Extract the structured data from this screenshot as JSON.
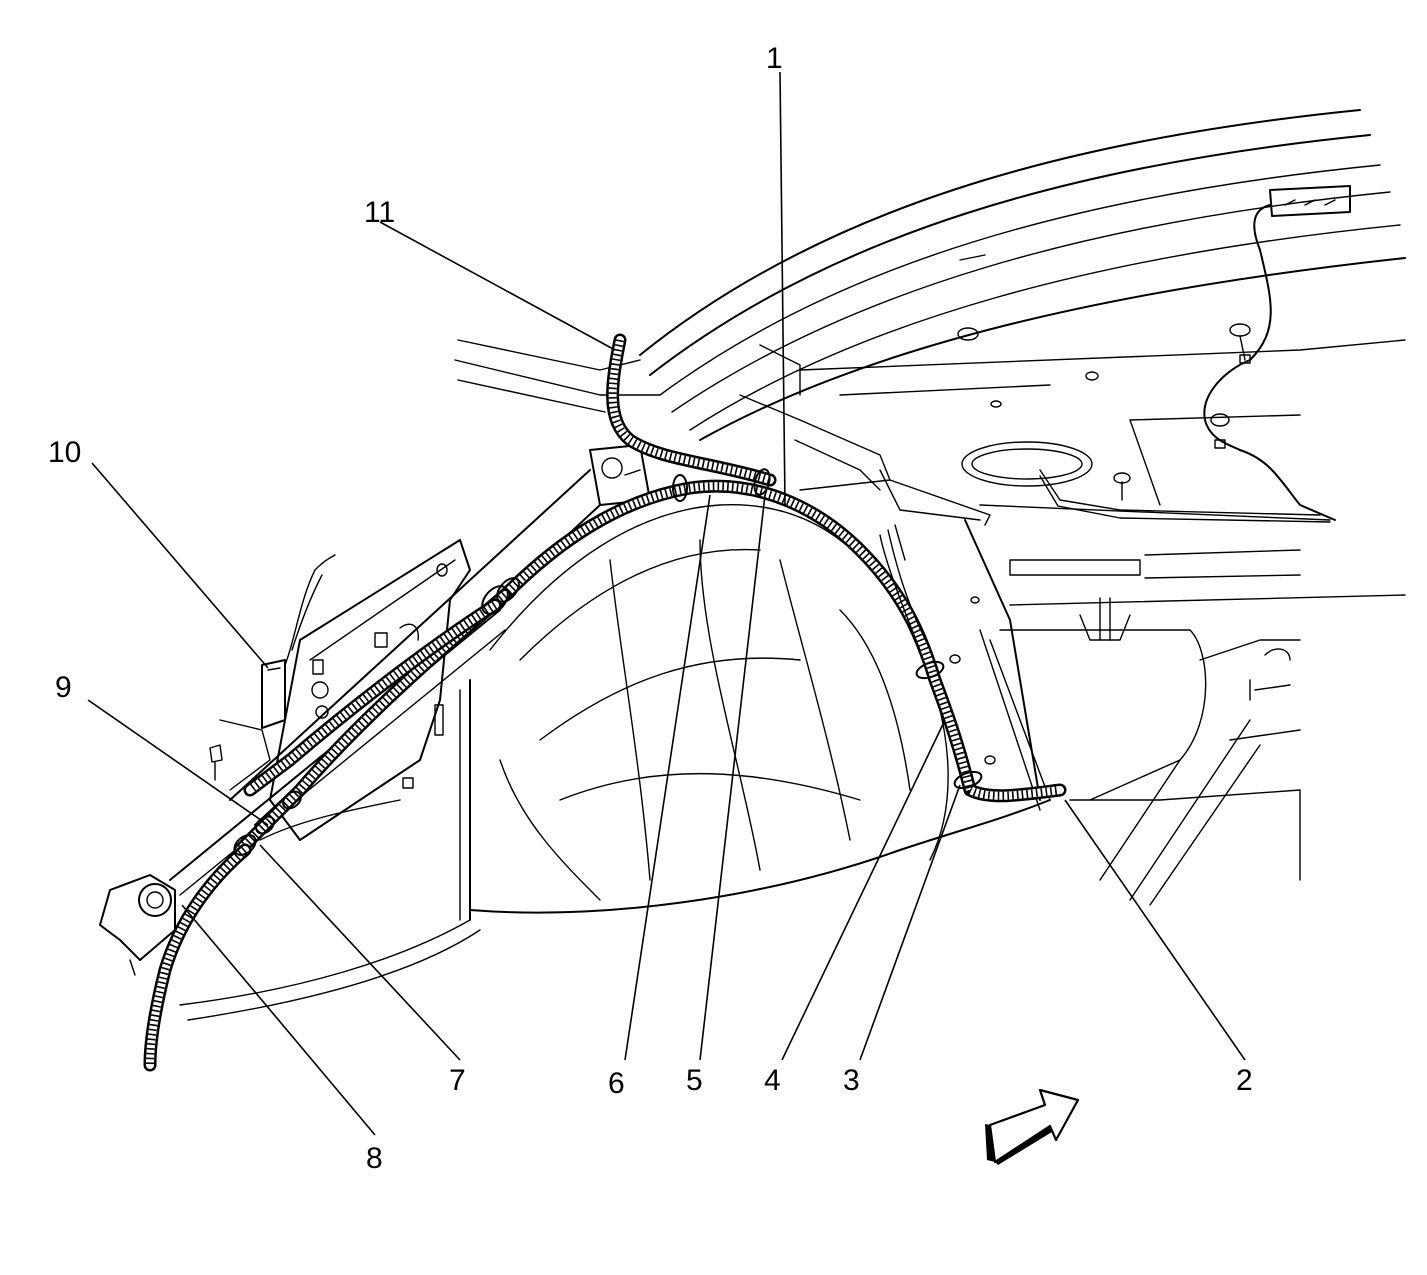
{
  "callouts": [
    {
      "id": "1",
      "label": "1"
    },
    {
      "id": "2",
      "label": "2"
    },
    {
      "id": "3",
      "label": "3"
    },
    {
      "id": "4",
      "label": "4"
    },
    {
      "id": "5",
      "label": "5"
    },
    {
      "id": "6",
      "label": "6"
    },
    {
      "id": "7",
      "label": "7"
    },
    {
      "id": "8",
      "label": "8"
    },
    {
      "id": "9",
      "label": "9"
    },
    {
      "id": "10",
      "label": "10"
    },
    {
      "id": "11",
      "label": "11"
    }
  ],
  "icons": {
    "direction_arrow": "forward-arrow-icon"
  },
  "colors": {
    "ink": "#000000",
    "paper": "#ffffff"
  }
}
